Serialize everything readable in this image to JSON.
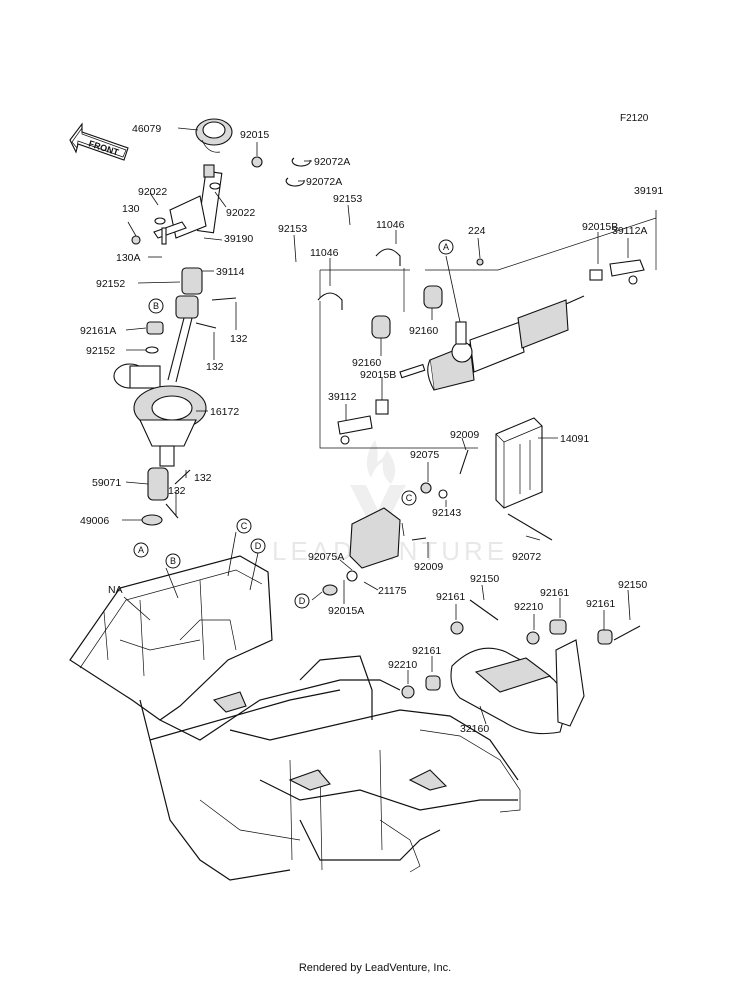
{
  "diagram": {
    "code": "F2120",
    "front_label": "FRONT",
    "watermark": "LEADVENTURE",
    "footer": "Rendered by LeadVenture, Inc.",
    "ref_markers": [
      "A",
      "B",
      "C",
      "D"
    ],
    "labels": {
      "p46079": "46079",
      "p92015": "92015",
      "p92072A_1": "92072A",
      "p92072A_2": "92072A",
      "p39191": "39191",
      "p92022_1": "92022",
      "p92022_2": "92022",
      "p130": "130",
      "p39190": "39190",
      "p130A": "130A",
      "p92153_1": "92153",
      "p11046_1": "11046",
      "p92153_2": "92153",
      "p11046_2": "11046",
      "p224": "224",
      "p92015B_1": "92015B",
      "p39112A": "39112A",
      "p92152_1": "92152",
      "p39114": "39114",
      "p132_1": "132",
      "p92161A": "92161A",
      "p92152_2": "92152",
      "p132_2": "132",
      "p92160_1": "92160",
      "p92160_2": "92160",
      "p92015B_2": "92015B",
      "p39112": "39112",
      "p16172": "16172",
      "p92009_1": "92009",
      "p92075": "92075",
      "p14091": "14091",
      "p132_3": "132",
      "p59071": "59071",
      "p132_4": "132",
      "p92143": "92143",
      "p49006": "49006",
      "p92075A": "92075A",
      "p92009_2": "92009",
      "p92072": "92072",
      "pNA": "NA",
      "p21175": "21175",
      "p92015A": "92015A",
      "p92150_1": "92150",
      "p92150_2": "92150",
      "p92161_1": "92161",
      "p92210_1": "92210",
      "p92161_2": "92161",
      "p92161_3": "92161",
      "p92210_2": "92210",
      "p92161_4": "92161",
      "p32160": "32160"
    }
  }
}
